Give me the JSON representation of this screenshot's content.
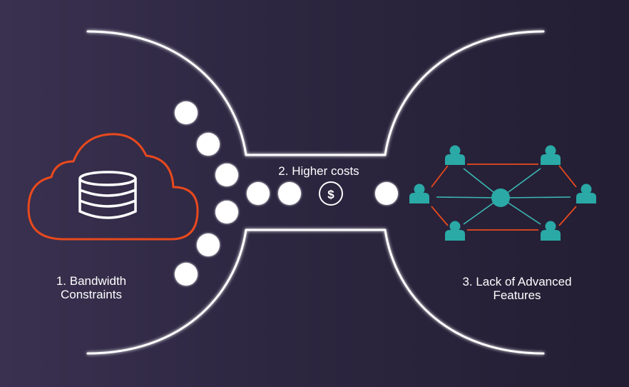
{
  "labels": {
    "bandwidth": [
      "1. Bandwidth",
      "Constraints"
    ],
    "costs": "2. Higher costs",
    "features": [
      "3. Lack of Advanced",
      "Features"
    ]
  },
  "icons": {
    "cloud": "cloud-icon",
    "database": "database-icon",
    "cost": "dollar-icon",
    "user": "user-icon",
    "hub": "hub-node-icon"
  },
  "colors": {
    "background_left": "#3a3150",
    "background_right": "#231e33",
    "outline": "#ffffff",
    "cloud": "#e8491d",
    "network_links": "#e8491d",
    "spokes": "#3bb9b5",
    "nodes": "#2aa9a6"
  }
}
